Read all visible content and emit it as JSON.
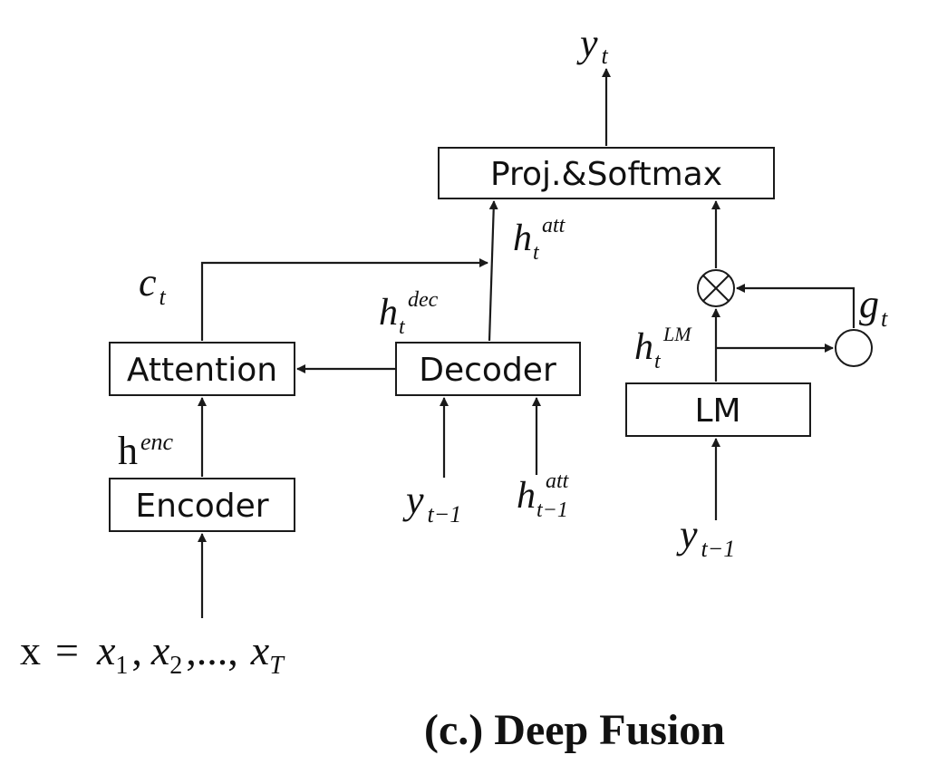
{
  "boxes": {
    "encoder": "Encoder",
    "attention": "Attention",
    "decoder": "Decoder",
    "proj_softmax": "Proj.&Softmax",
    "lm": "LM"
  },
  "labels": {
    "y_t": {
      "base": "y",
      "sub": "t"
    },
    "h_att": {
      "base": "h",
      "sub": "t",
      "sup": "att"
    },
    "c_t": {
      "base": "c",
      "sub": "t"
    },
    "h_dec": {
      "base": "h",
      "sub": "t",
      "sup": "dec"
    },
    "h_enc": {
      "base": "h",
      "sup": "enc"
    },
    "y_prev_dec": {
      "base": "y",
      "sub": "t−1"
    },
    "h_att_prev": {
      "base": "h",
      "sub": "t−1",
      "sup": "att"
    },
    "h_lm": {
      "base": "h",
      "sub": "t",
      "sup": "LM"
    },
    "g_t": {
      "base": "g",
      "sub": "t"
    },
    "y_prev_lm": {
      "base": "y",
      "sub": "t−1"
    }
  },
  "input_sequence": {
    "lhs": "x",
    "eq": "=",
    "terms": [
      {
        "base": "x",
        "sub": "1"
      },
      {
        "sep": ","
      },
      {
        "base": "x",
        "sub": "2"
      },
      {
        "sep": ",...,"
      },
      {
        "base": "x",
        "sub": "T"
      }
    ]
  },
  "multiply_symbol": "⊗",
  "caption": "(c.) Deep Fusion"
}
